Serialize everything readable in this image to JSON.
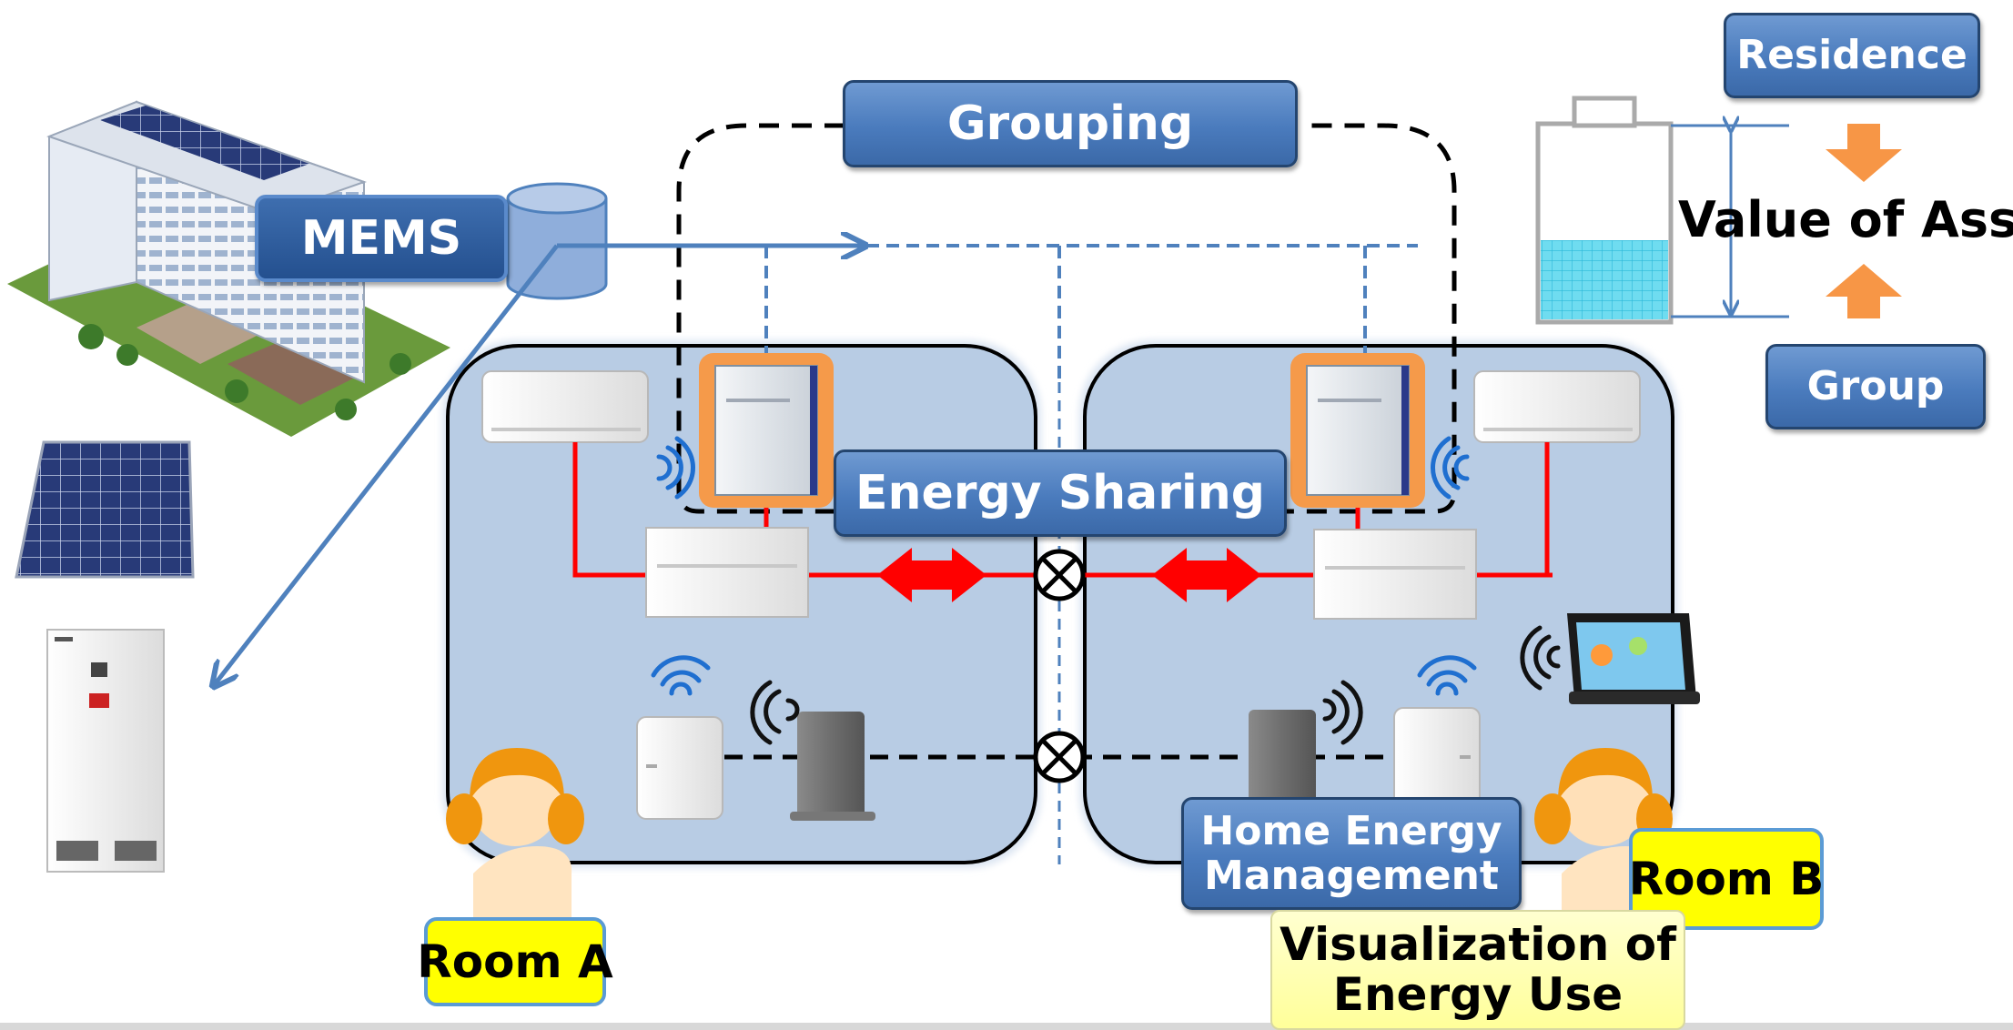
{
  "labels": {
    "mems": "MEMS",
    "grouping": "Grouping",
    "energy_sharing": "Energy Sharing",
    "home_energy_management": "Home Energy Management",
    "home_energy_management_line1": "Home Energy",
    "home_energy_management_line2": "Management",
    "room_a": "Room A",
    "room_b": "Room B",
    "visualization_line1": "Visualization of",
    "visualization_line2": "Energy Use",
    "residence": "Residence",
    "group": "Group",
    "value_of_asset": "Value of Asset"
  },
  "colors": {
    "label_blue": "#4a7bbd",
    "room_fill": "#b8cce4",
    "power_line": "#ff0000",
    "data_line": "#4f81bd",
    "arrow_orange": "#f79646",
    "battery_fill": "#7fdff0",
    "room_tag_yellow": "#ffff00"
  }
}
